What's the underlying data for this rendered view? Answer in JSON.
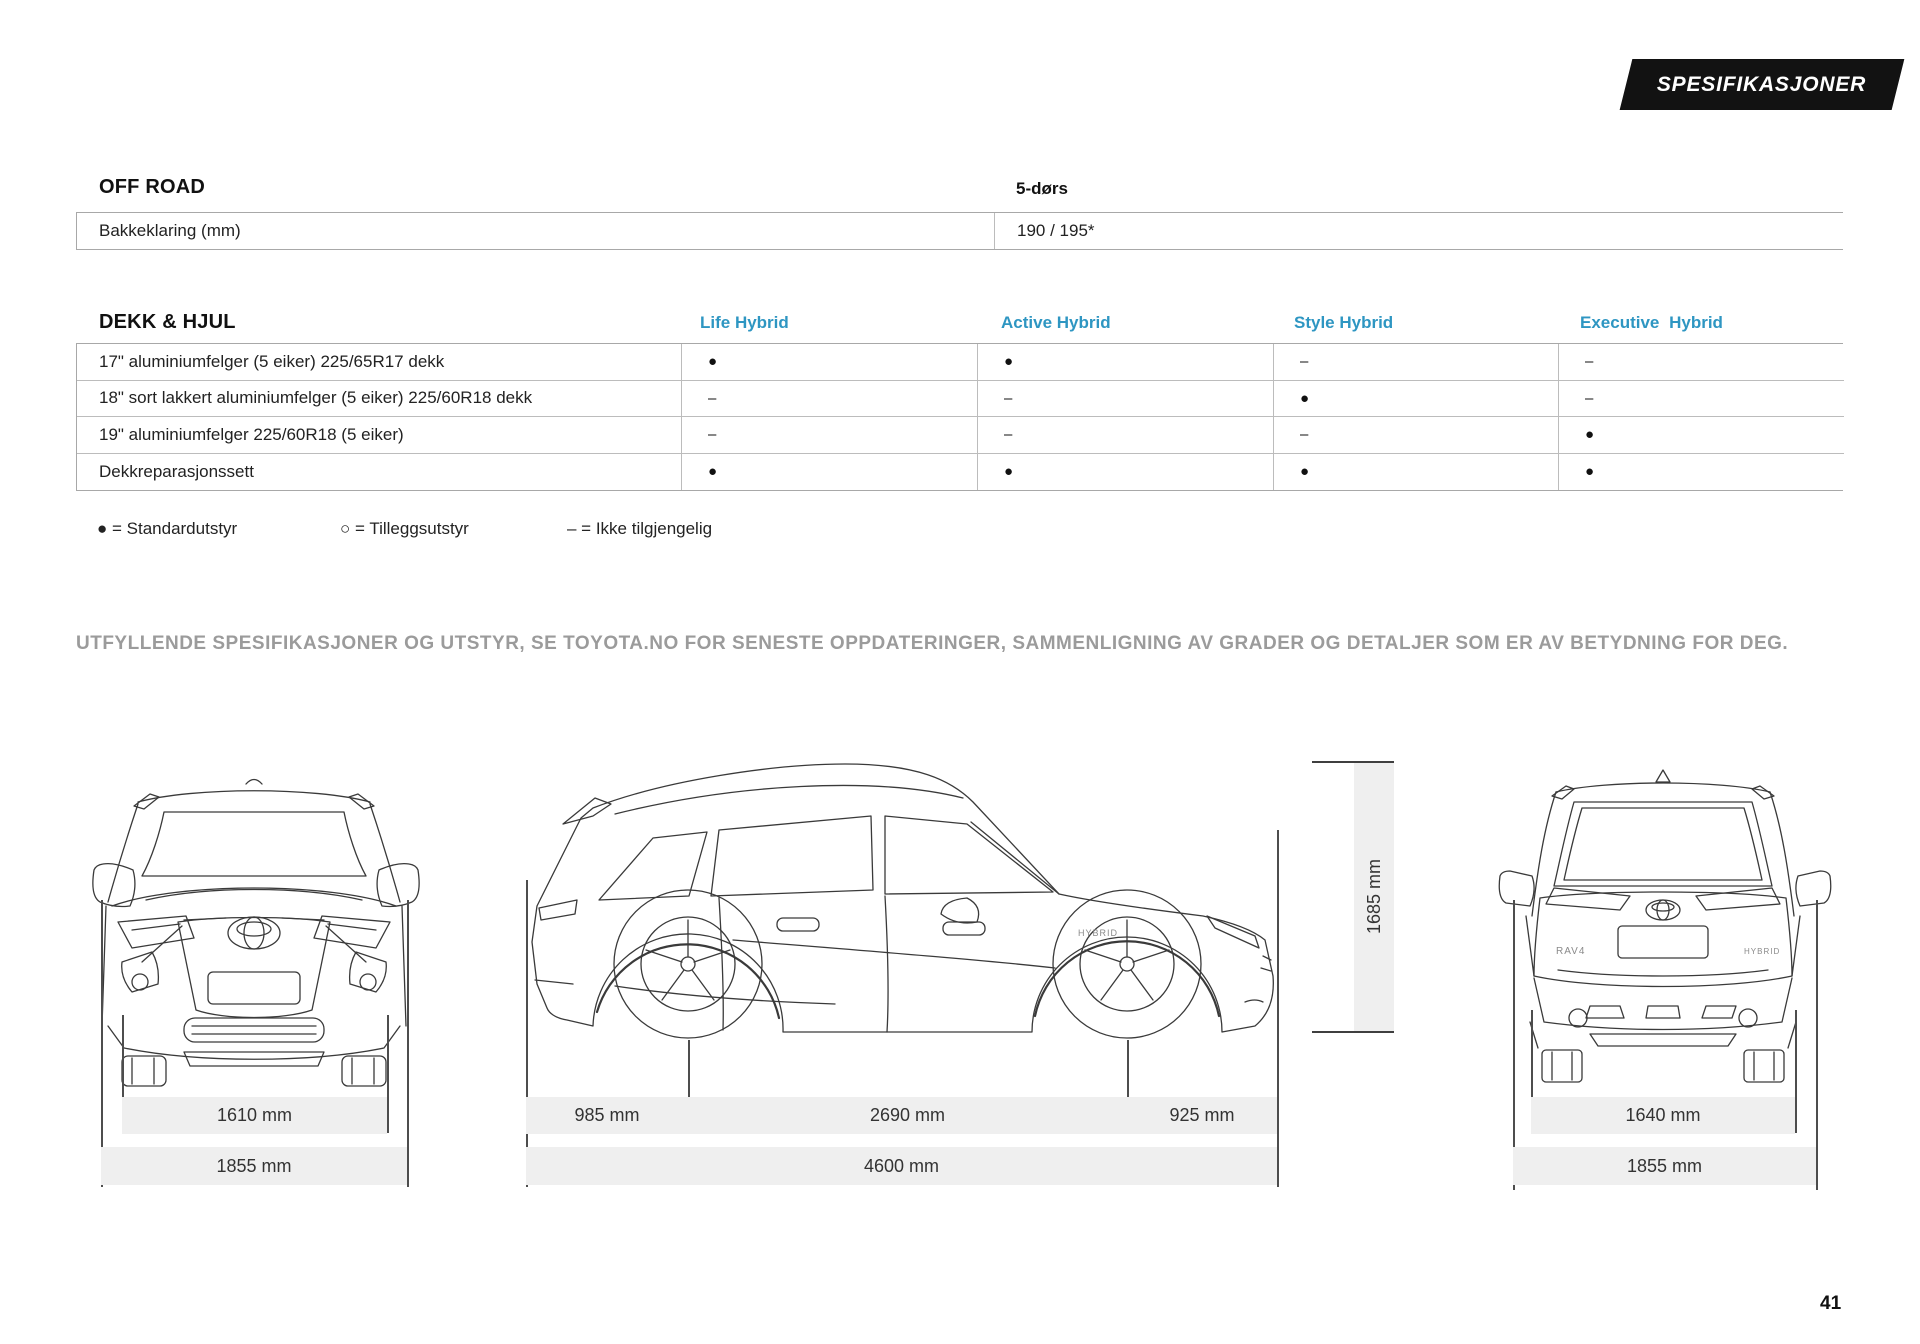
{
  "colors": {
    "accent_blue": "#2e96c2",
    "banner_bg": "#121212",
    "bar_gray": "#efefef",
    "muted_gray": "#9b9b9b"
  },
  "banner": {
    "label": "SPESIFIKASJONER"
  },
  "off_road": {
    "title": "OFF ROAD",
    "column_header": "5-dørs",
    "row_label": "Bakkeklaring (mm)",
    "row_value": "190 / 195*"
  },
  "wheels": {
    "title": "DEKK & HJUL",
    "columns": [
      "Life Hybrid",
      "Active Hybrid",
      "Style Hybrid",
      "Executive Hybrid"
    ],
    "rows": [
      {
        "label": "17\" aluminiumfelger (5 eiker) 225/65R17 dekk",
        "values": [
          "●",
          "●",
          "–",
          "–"
        ]
      },
      {
        "label": "18\" sort lakkert aluminiumfelger (5 eiker) 225/60R18 dekk",
        "values": [
          "–",
          "–",
          "●",
          "–"
        ]
      },
      {
        "label": "19\" aluminiumfelger 225/60R18 (5 eiker)",
        "values": [
          "–",
          "–",
          "–",
          "●"
        ]
      },
      {
        "label": "Dekkreparasjonssett",
        "values": [
          "●",
          "●",
          "●",
          "●"
        ]
      }
    ]
  },
  "legend": {
    "standard": "● = Standardutstyr",
    "optional": "○ = Tilleggsutstyr",
    "unavailable": "– = Ikke tilgjengelig"
  },
  "footnote": "UTFYLLENDE SPESIFIKASJONER OG UTSTYR, SE TOYOTA.NO FOR SENESTE OPPDATERINGER, SAMMENLIGNING AV GRADER OG DETALJER SOM ER AV BETYDNING FOR DEG.",
  "dimensions": {
    "front": {
      "track": "1610 mm",
      "overall_width": "1855 mm"
    },
    "side": {
      "rear_overhang": "985 mm",
      "wheelbase": "2690 mm",
      "front_overhang": "925 mm",
      "overall_length": "4600 mm",
      "overall_height": "1685 mm"
    },
    "rear": {
      "track": "1640 mm",
      "overall_width": "1855 mm"
    }
  },
  "badges": {
    "side": "HYBRID",
    "rear_left": "RAV4",
    "rear_right": "HYBRID"
  },
  "page_number": "41"
}
